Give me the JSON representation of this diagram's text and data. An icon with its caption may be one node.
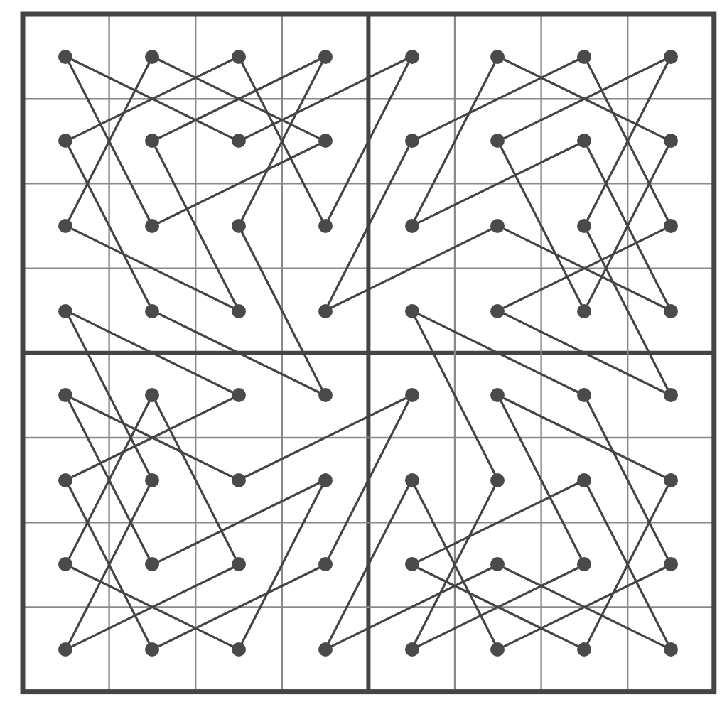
{
  "diagram": {
    "nodes": [
      {
        "text": [],
        "shape": "circle"
      },
      {
        "text": [],
        "shape": "circle"
      },
      {
        "text": [],
        "shape": "circle"
      },
      {
        "text": [],
        "shape": "circle"
      },
      {
        "text": [],
        "shape": "circle"
      },
      {
        "text": [],
        "shape": "circle"
      },
      {
        "text": [],
        "shape": "circle"
      },
      {
        "text": [],
        "shape": "circle"
      },
      {
        "text": [],
        "shape": "circle"
      },
      {
        "text": [],
        "shape": "circle"
      },
      {
        "text": [],
        "shape": "circle"
      },
      {
        "text": [],
        "shape": "circle"
      },
      {
        "text": [],
        "shape": "circle"
      },
      {
        "text": [],
        "shape": "circle"
      },
      {
        "text": [],
        "shape": "circle"
      },
      {
        "text": [],
        "shape": "circle"
      },
      {
        "text": [],
        "shape": "circle"
      },
      {
        "text": [],
        "shape": "circle"
      },
      {
        "text": [],
        "shape": "circle"
      },
      {
        "text": [],
        "shape": "circle"
      },
      {
        "text": [],
        "shape": "circle"
      },
      {
        "text": [],
        "shape": "circle"
      },
      {
        "text": [],
        "shape": "circle"
      },
      {
        "text": [],
        "shape": "circle"
      },
      {
        "text": [],
        "shape": "circle"
      },
      {
        "text": [],
        "shape": "circle"
      },
      {
        "text": [],
        "shape": "circle"
      },
      {
        "text": [],
        "shape": "circle"
      },
      {
        "text": [],
        "shape": "circle"
      },
      {
        "text": [],
        "shape": "circle"
      },
      {
        "text": [],
        "shape": "circle"
      },
      {
        "text": [],
        "shape": "circle"
      },
      {
        "text": [],
        "shape": "circle"
      },
      {
        "text": [],
        "shape": "circle"
      },
      {
        "text": [],
        "shape": "circle"
      },
      {
        "text": [],
        "shape": "circle"
      },
      {
        "text": [],
        "shape": "circle"
      },
      {
        "text": [],
        "shape": "circle"
      },
      {
        "text": [],
        "shape": "circle"
      },
      {
        "text": [],
        "shape": "circle"
      },
      {
        "text": [],
        "shape": "circle"
      },
      {
        "text": [],
        "shape": "circle"
      },
      {
        "text": [],
        "shape": "circle"
      },
      {
        "text": [],
        "shape": "circle"
      },
      {
        "text": [],
        "shape": "circle"
      },
      {
        "text": [],
        "shape": "circle"
      },
      {
        "text": [],
        "shape": "circle"
      },
      {
        "text": [],
        "shape": "circle"
      },
      {
        "text": [],
        "shape": "circle"
      },
      {
        "text": [],
        "shape": "circle"
      },
      {
        "text": [],
        "shape": "circle"
      },
      {
        "text": [],
        "shape": "circle"
      },
      {
        "text": [],
        "shape": "circle"
      },
      {
        "text": [],
        "shape": "circle"
      },
      {
        "text": [],
        "shape": "circle"
      },
      {
        "text": [],
        "shape": "circle"
      },
      {
        "text": [],
        "shape": "circle"
      },
      {
        "text": [],
        "shape": "circle"
      },
      {
        "text": [],
        "shape": "circle"
      },
      {
        "text": [],
        "shape": "circle"
      },
      {
        "text": [],
        "shape": "circle"
      },
      {
        "text": [],
        "shape": "circle"
      },
      {
        "text": [],
        "shape": "circle"
      },
      {
        "text": [],
        "shape": "circle"
      }
    ],
    "edges": [
      {
        "from": 0,
        "to": 10,
        "arrow": "none"
      },
      {
        "from": 0,
        "to": 17,
        "arrow": "none"
      },
      {
        "from": 1,
        "to": 16,
        "arrow": "none"
      },
      {
        "from": 1,
        "to": 11,
        "arrow": "none"
      },
      {
        "from": 2,
        "to": 8,
        "arrow": "none"
      },
      {
        "from": 2,
        "to": 19,
        "arrow": "none"
      },
      {
        "from": 3,
        "to": 9,
        "arrow": "none"
      },
      {
        "from": 3,
        "to": 18,
        "arrow": "none"
      },
      {
        "from": 4,
        "to": 10,
        "arrow": "none"
      },
      {
        "from": 4,
        "to": 19,
        "arrow": "none"
      },
      {
        "from": 5,
        "to": 20,
        "arrow": "none"
      },
      {
        "from": 5,
        "to": 15,
        "arrow": "none"
      },
      {
        "from": 6,
        "to": 12,
        "arrow": "none"
      },
      {
        "from": 6,
        "to": 23,
        "arrow": "none"
      },
      {
        "from": 7,
        "to": 13,
        "arrow": "none"
      },
      {
        "from": 7,
        "to": 22,
        "arrow": "none"
      },
      {
        "from": 8,
        "to": 25,
        "arrow": "none"
      },
      {
        "from": 9,
        "to": 26,
        "arrow": "none"
      },
      {
        "from": 11,
        "to": 17,
        "arrow": "none"
      },
      {
        "from": 12,
        "to": 27,
        "arrow": "none"
      },
      {
        "from": 13,
        "to": 30,
        "arrow": "none"
      },
      {
        "from": 14,
        "to": 20,
        "arrow": "none"
      },
      {
        "from": 14,
        "to": 31,
        "arrow": "none"
      },
      {
        "from": 15,
        "to": 30,
        "arrow": "none"
      },
      {
        "from": 16,
        "to": 26,
        "arrow": "none"
      },
      {
        "from": 18,
        "to": 35,
        "arrow": "none"
      },
      {
        "from": 21,
        "to": 27,
        "arrow": "none"
      },
      {
        "from": 21,
        "to": 31,
        "arrow": "none"
      },
      {
        "from": 22,
        "to": 39,
        "arrow": "none"
      },
      {
        "from": 23,
        "to": 29,
        "arrow": "none"
      },
      {
        "from": 24,
        "to": 34,
        "arrow": "none"
      },
      {
        "from": 24,
        "to": 41,
        "arrow": "none"
      },
      {
        "from": 25,
        "to": 35,
        "arrow": "none"
      },
      {
        "from": 28,
        "to": 45,
        "arrow": "none"
      },
      {
        "from": 28,
        "to": 38,
        "arrow": "none"
      },
      {
        "from": 29,
        "to": 39,
        "arrow": "none"
      },
      {
        "from": 32,
        "to": 42,
        "arrow": "none"
      },
      {
        "from": 32,
        "to": 49,
        "arrow": "none"
      },
      {
        "from": 33,
        "to": 48,
        "arrow": "none"
      },
      {
        "from": 33,
        "to": 50,
        "arrow": "none"
      },
      {
        "from": 34,
        "to": 40,
        "arrow": "none"
      },
      {
        "from": 36,
        "to": 42,
        "arrow": "none"
      },
      {
        "from": 36,
        "to": 51,
        "arrow": "none"
      },
      {
        "from": 37,
        "to": 54,
        "arrow": "none"
      },
      {
        "from": 37,
        "to": 47,
        "arrow": "none"
      },
      {
        "from": 38,
        "to": 55,
        "arrow": "none"
      },
      {
        "from": 40,
        "to": 57,
        "arrow": "none"
      },
      {
        "from": 41,
        "to": 56,
        "arrow": "none"
      },
      {
        "from": 43,
        "to": 49,
        "arrow": "none"
      },
      {
        "from": 43,
        "to": 58,
        "arrow": "none"
      },
      {
        "from": 44,
        "to": 59,
        "arrow": "none"
      },
      {
        "from": 44,
        "to": 61,
        "arrow": "none"
      },
      {
        "from": 45,
        "to": 60,
        "arrow": "none"
      },
      {
        "from": 46,
        "to": 52,
        "arrow": "none"
      },
      {
        "from": 46,
        "to": 63,
        "arrow": "none"
      },
      {
        "from": 47,
        "to": 62,
        "arrow": "none"
      },
      {
        "from": 48,
        "to": 58,
        "arrow": "none"
      },
      {
        "from": 50,
        "to": 56,
        "arrow": "none"
      },
      {
        "from": 51,
        "to": 57,
        "arrow": "none"
      },
      {
        "from": 52,
        "to": 62,
        "arrow": "none"
      },
      {
        "from": 53,
        "to": 59,
        "arrow": "none"
      },
      {
        "from": 53,
        "to": 63,
        "arrow": "none"
      },
      {
        "from": 54,
        "to": 60,
        "arrow": "none"
      },
      {
        "from": 55,
        "to": 61,
        "arrow": "none"
      }
    ]
  }
}
